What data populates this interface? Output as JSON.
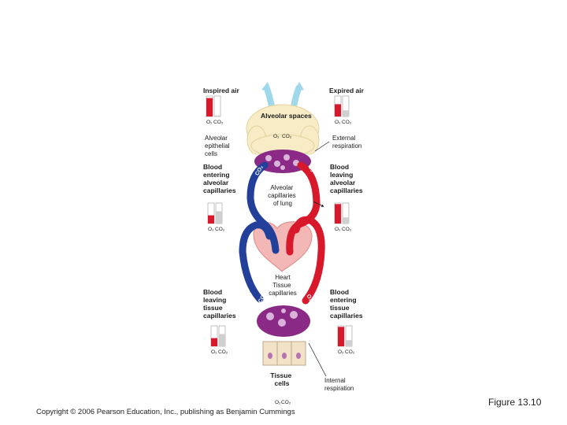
{
  "labels": {
    "inspired_air": "Inspired air",
    "expired_air": "Expired air",
    "alveolar_spaces": "Alveolar spaces",
    "alveolar_epithelial_cells": [
      "Alveolar",
      "epithelial",
      "cells"
    ],
    "external_respiration": [
      "External",
      "respiration"
    ],
    "blood_entering_alveolar": [
      "Blood",
      "entering",
      "alveolar",
      "capillaries"
    ],
    "blood_leaving_alveolar": [
      "Blood",
      "leaving",
      "alveolar",
      "capillaries"
    ],
    "alveolar_capillaries_of_lung": [
      "Alveolar",
      "capillaries",
      "of lung"
    ],
    "heart": "Heart",
    "tissue_capillaries": [
      "Tissue",
      "capillaries"
    ],
    "blood_leaving_tissue": [
      "Blood",
      "leaving",
      "tissue",
      "capillaries"
    ],
    "blood_entering_tissue": [
      "Blood",
      "entering",
      "tissue",
      "capillaries"
    ],
    "tissue_cells": [
      "Tissue",
      "cells"
    ],
    "internal_respiration": [
      "Internal",
      "respiration"
    ]
  },
  "gas": {
    "o2": "O₂",
    "co2": "CO₂",
    "co2_arrow": "CO₂",
    "o2_arrow": "O₂"
  },
  "footer": {
    "copyright": "Copyright © 2006 Pearson Education, Inc., publishing as Benjamin Cummings",
    "figure": "Figure 13.10"
  },
  "colors": {
    "oxygenated": "#d7192b",
    "deoxygenated": "#22409a",
    "capillary": "#8a2a86",
    "air": "#9fd8ea",
    "alveoli": "#f7ecc6",
    "heart": "#f3b8b5",
    "tissue": "#f2e2c8"
  },
  "gas_bars": {
    "inspired_air": {
      "o2": 0.9,
      "co2": 0.05
    },
    "expired_air": {
      "o2": 0.6,
      "co2": 0.3
    },
    "entering_lung": {
      "o2": 0.4,
      "co2": 0.6
    },
    "leaving_lung": {
      "o2": 0.95,
      "co2": 0.3
    },
    "leaving_tissue": {
      "o2": 0.4,
      "co2": 0.6
    },
    "entering_tissue": {
      "o2": 0.95,
      "co2": 0.3
    }
  }
}
